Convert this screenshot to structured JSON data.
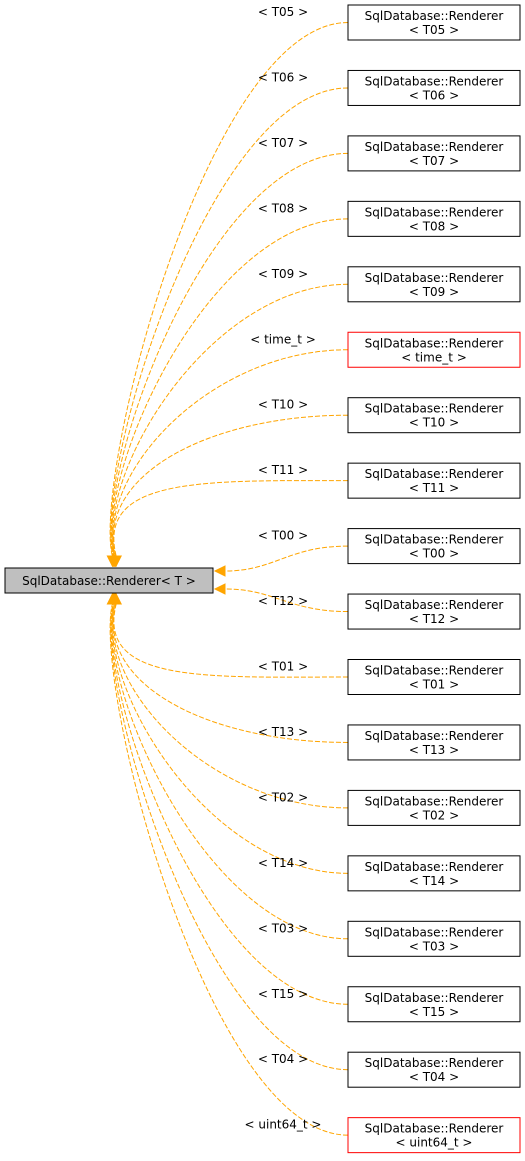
{
  "diagram": {
    "colors": {
      "edge": "#FFA500",
      "base_fill": "#BFBFBF",
      "node_fill": "#FFFFFF",
      "node_border": "#000000",
      "undocumented_border": "#FF0000"
    },
    "base": {
      "label": "SqlDatabase::Renderer< T >"
    },
    "nodes": [
      {
        "id": "T05",
        "line1": "SqlDatabase::Renderer",
        "line2": "< T05 >",
        "edge_label": "< T05 >",
        "border": "black"
      },
      {
        "id": "T06",
        "line1": "SqlDatabase::Renderer",
        "line2": "< T06 >",
        "edge_label": "< T06 >",
        "border": "black"
      },
      {
        "id": "T07",
        "line1": "SqlDatabase::Renderer",
        "line2": "< T07 >",
        "edge_label": "< T07 >",
        "border": "black"
      },
      {
        "id": "T08",
        "line1": "SqlDatabase::Renderer",
        "line2": "< T08 >",
        "edge_label": "< T08 >",
        "border": "black"
      },
      {
        "id": "T09",
        "line1": "SqlDatabase::Renderer",
        "line2": "< T09 >",
        "edge_label": "< T09 >",
        "border": "black"
      },
      {
        "id": "time_t",
        "line1": "SqlDatabase::Renderer",
        "line2": "< time_t >",
        "edge_label": "< time_t >",
        "border": "red"
      },
      {
        "id": "T10",
        "line1": "SqlDatabase::Renderer",
        "line2": "< T10 >",
        "edge_label": "< T10 >",
        "border": "black"
      },
      {
        "id": "T11",
        "line1": "SqlDatabase::Renderer",
        "line2": "< T11 >",
        "edge_label": "< T11 >",
        "border": "black"
      },
      {
        "id": "T00",
        "line1": "SqlDatabase::Renderer",
        "line2": "< T00 >",
        "edge_label": "< T00 >",
        "border": "black"
      },
      {
        "id": "T12",
        "line1": "SqlDatabase::Renderer",
        "line2": "< T12 >",
        "edge_label": "< T12 >",
        "border": "black"
      },
      {
        "id": "T01",
        "line1": "SqlDatabase::Renderer",
        "line2": "< T01 >",
        "edge_label": "< T01 >",
        "border": "black"
      },
      {
        "id": "T13",
        "line1": "SqlDatabase::Renderer",
        "line2": "< T13 >",
        "edge_label": "< T13 >",
        "border": "black"
      },
      {
        "id": "T02",
        "line1": "SqlDatabase::Renderer",
        "line2": "< T02 >",
        "edge_label": "< T02 >",
        "border": "black"
      },
      {
        "id": "T14",
        "line1": "SqlDatabase::Renderer",
        "line2": "< T14 >",
        "edge_label": "< T14 >",
        "border": "black"
      },
      {
        "id": "T03",
        "line1": "SqlDatabase::Renderer",
        "line2": "< T03 >",
        "edge_label": "< T03 >",
        "border": "black"
      },
      {
        "id": "T15",
        "line1": "SqlDatabase::Renderer",
        "line2": "< T15 >",
        "edge_label": "< T15 >",
        "border": "black"
      },
      {
        "id": "T04",
        "line1": "SqlDatabase::Renderer",
        "line2": "< T04 >",
        "edge_label": "< T04 >",
        "border": "black"
      },
      {
        "id": "uint64_t",
        "line1": "SqlDatabase::Renderer",
        "line2": "< uint64_t >",
        "edge_label": "< uint64_t >",
        "border": "red"
      }
    ]
  }
}
